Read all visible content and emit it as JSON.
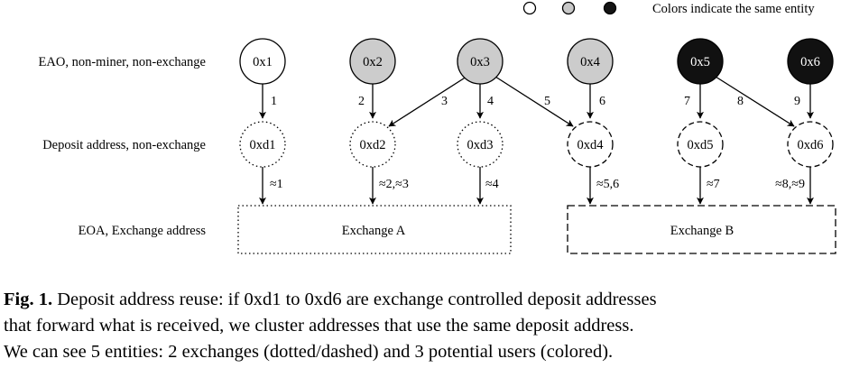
{
  "legend": {
    "swatches": [
      "#ffffff",
      "#c8c8c8",
      "#141414"
    ],
    "label": "Colors indicate the same entity"
  },
  "row_labels": {
    "eoa": "EAO, non-miner, non-exchange",
    "deposit": "Deposit address, non-exchange",
    "exchange": "EOA, Exchange address"
  },
  "eoa_nodes": [
    {
      "id": "0x1",
      "fill": "#ffffff",
      "text_color": "#000000"
    },
    {
      "id": "0x2",
      "fill": "#cccccc",
      "text_color": "#000000"
    },
    {
      "id": "0x3",
      "fill": "#cccccc",
      "text_color": "#000000"
    },
    {
      "id": "0x4",
      "fill": "#cccccc",
      "text_color": "#000000"
    },
    {
      "id": "0x5",
      "fill": "#111111",
      "text_color": "#ffffff"
    },
    {
      "id": "0x6",
      "fill": "#111111",
      "text_color": "#ffffff"
    }
  ],
  "deposit_nodes": [
    {
      "id": "0xd1",
      "border": "dotted"
    },
    {
      "id": "0xd2",
      "border": "dotted"
    },
    {
      "id": "0xd3",
      "border": "dotted"
    },
    {
      "id": "0xd4",
      "border": "dashed"
    },
    {
      "id": "0xd5",
      "border": "dashed"
    },
    {
      "id": "0xd6",
      "border": "dashed"
    }
  ],
  "exchanges": [
    {
      "name": "Exchange A",
      "border": "dotted"
    },
    {
      "name": "Exchange B",
      "border": "dashed"
    }
  ],
  "tx_edges": [
    {
      "from": "0x1",
      "to": "0xd1",
      "label": "1"
    },
    {
      "from": "0x2",
      "to": "0xd2",
      "label": "2"
    },
    {
      "from": "0x3",
      "to": "0xd2",
      "label": "3"
    },
    {
      "from": "0x3",
      "to": "0xd3",
      "label": "4"
    },
    {
      "from": "0x3",
      "to": "0xd4",
      "label": "5"
    },
    {
      "from": "0x4",
      "to": "0xd4",
      "label": "6"
    },
    {
      "from": "0x5",
      "to": "0xd5",
      "label": "7"
    },
    {
      "from": "0x5",
      "to": "0xd6",
      "label": "8"
    },
    {
      "from": "0x6",
      "to": "0xd6",
      "label": "9"
    }
  ],
  "forward_edges": [
    {
      "from": "0xd1",
      "to": "Exchange A",
      "label": "≈1"
    },
    {
      "from": "0xd2",
      "to": "Exchange A",
      "label": "≈2,≈3"
    },
    {
      "from": "0xd3",
      "to": "Exchange A",
      "label": "≈4"
    },
    {
      "from": "0xd4",
      "to": "Exchange B",
      "label": "≈5,6"
    },
    {
      "from": "0xd5",
      "to": "Exchange B",
      "label": "≈7"
    },
    {
      "from": "0xd6",
      "to": "Exchange B",
      "label": "≈8,≈9"
    }
  ],
  "caption": {
    "label": "Fig. 1.",
    "line1": " Deposit address reuse: if 0xd1 to 0xd6 are exchange controlled deposit addresses",
    "line2": "that forward what is received, we cluster addresses that use the same deposit address.",
    "line3": "We can see 5 entities: 2 exchanges (dotted/dashed) and 3 potential users (colored)."
  }
}
